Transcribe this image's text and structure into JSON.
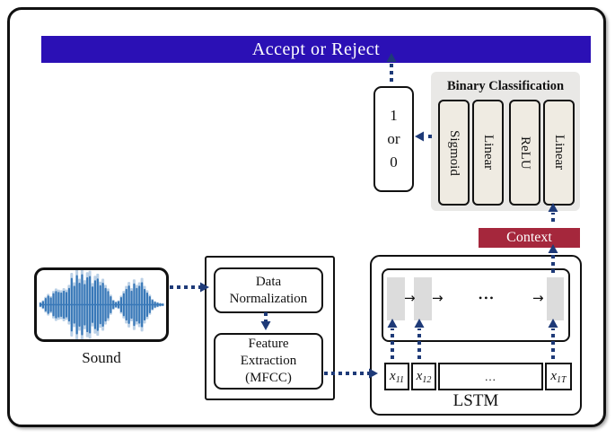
{
  "banner": {
    "label": "Accept or Reject",
    "bg_color": "#2B10B5",
    "text_color": "#FFFFFF"
  },
  "output_box": {
    "line1": "1",
    "line2": "or",
    "line3": "0"
  },
  "binary_classification": {
    "title": "Binary Classification",
    "panel_color": "#E9E8E6",
    "layer_fill": "#EFEBE2",
    "layers": [
      {
        "label": "Sigmoid"
      },
      {
        "label": "Linear"
      },
      {
        "label": "ReLU"
      },
      {
        "label": "Linear"
      }
    ]
  },
  "context": {
    "label": "Context",
    "bg_color": "#A5273C"
  },
  "lstm": {
    "label": "LSTM",
    "cell_arrow": "→",
    "cell_dots": "•••",
    "mid_label": "...",
    "cell_fill": "#DCDCDC",
    "inputs": [
      {
        "base": "x",
        "sub": "11"
      },
      {
        "base": "x",
        "sub": "12"
      },
      {
        "base": "x",
        "sub": "1T"
      }
    ]
  },
  "preprocessing": {
    "normalization_line1": "Data",
    "normalization_line2": "Normalization",
    "feature_line1": "Feature",
    "feature_line2": "Extraction",
    "feature_line3": "(MFCC)"
  },
  "sound": {
    "label": "Sound",
    "wave_color": "#3878B8",
    "waveform": [
      0.07,
      0.12,
      0.22,
      0.3,
      0.24,
      0.38,
      0.45,
      0.42,
      0.4,
      0.46,
      0.42,
      0.55,
      0.88,
      0.62,
      0.97,
      0.72,
      1.0,
      0.68,
      0.9,
      0.94,
      0.6,
      0.8,
      0.86,
      0.64,
      0.72,
      0.55,
      0.45,
      0.28,
      0.14,
      0.09,
      0.12,
      0.25,
      0.38,
      0.52,
      0.63,
      0.46,
      0.7,
      0.55,
      0.62,
      0.74,
      0.52,
      0.4,
      0.28,
      0.16,
      0.1,
      0.07,
      0.05,
      0.04
    ]
  },
  "arrows": {
    "color": "#1E3A78"
  }
}
